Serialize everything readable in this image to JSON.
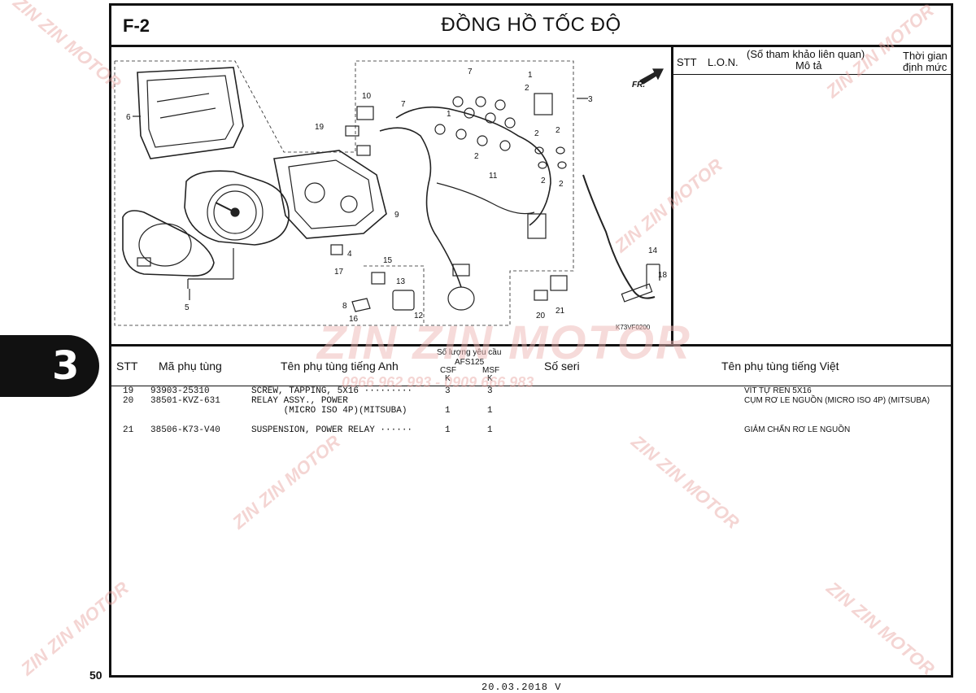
{
  "header": {
    "figure_code": "F-2",
    "title": "ĐỒNG HỒ TỐC ĐỘ"
  },
  "side_panel": {
    "col_stt": "STT",
    "col_lon": "L.O.N.",
    "col_ref_line1": "(Số tham khảo liên quan)",
    "col_ref_line2": "Mô tả",
    "col_time_line1": "Thời gian",
    "col_time_line2": "định mức"
  },
  "diagram": {
    "fr_label": "FR.",
    "code": "K73VF0200",
    "callouts": [
      "1",
      "2",
      "3",
      "4",
      "5",
      "6",
      "7",
      "8",
      "9",
      "10",
      "11",
      "12",
      "13",
      "14",
      "15",
      "16",
      "17",
      "18",
      "19",
      "20",
      "21"
    ]
  },
  "table": {
    "headers": {
      "stt": "STT",
      "part_no": "Mã phụ tùng",
      "name_en": "Tên phụ tùng tiếng Anh",
      "qty_title": "Số lượng yêu cầu",
      "qty_model": "AFS125",
      "qty_col1": "CSF",
      "qty_col1_sub": "K",
      "qty_col2": "MSF",
      "qty_col2_sub": "K",
      "serial": "Số seri",
      "name_vn": "Tên phụ tùng tiếng Việt"
    },
    "rows": [
      {
        "stt": "19",
        "part_no": "93903-25310",
        "name_en": "SCREW, TAPPING, 5X16 ·········",
        "name_en2": "",
        "q1": "3",
        "q2": "3",
        "name_vn": "VÍT TỰ REN 5X16"
      },
      {
        "stt": "20",
        "part_no": "38501-KVZ-631",
        "name_en": "RELAY ASSY., POWER",
        "name_en2": "      (MICRO ISO 4P)(MITSUBA)",
        "q1": "1",
        "q2": "1",
        "name_vn": "CỤM RƠ LE NGUỒN (MICRO ISO 4P) (MITSUBA)"
      },
      {
        "stt": "21",
        "part_no": "38506-K73-V40",
        "name_en": "SUSPENSION, POWER RELAY ······",
        "name_en2": "",
        "q1": "1",
        "q2": "1",
        "name_vn": "GIẢM CHẤN RƠ LE NGUỒN"
      }
    ]
  },
  "section_tab": "3",
  "page_number": "50",
  "footer_date": "20.03.2018    V",
  "watermark": {
    "brand": "ZIN ZIN MOTOR",
    "phone": "0966 962 993 - 0909 666 983"
  }
}
